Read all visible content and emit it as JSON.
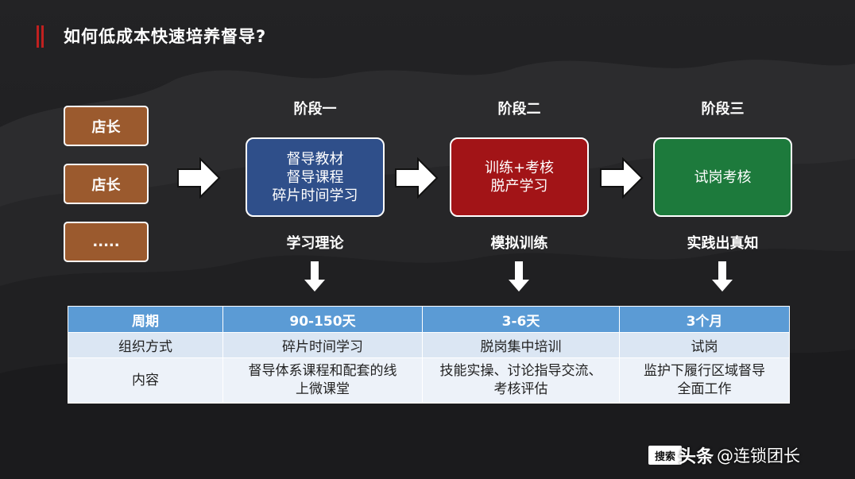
{
  "slide": {
    "title": "如何低成本快速培养督导?",
    "accent_color": "#c0201f"
  },
  "roles": [
    "店长",
    "店长",
    "....."
  ],
  "stages": [
    {
      "heading": "阶段一",
      "box_lines": [
        "督导教材",
        "督导课程",
        "碎片时间学习"
      ],
      "box_color": "#2f4f8a",
      "caption": "学习理论"
    },
    {
      "heading": "阶段二",
      "box_lines": [
        "训练+考核",
        "脱产学习"
      ],
      "box_color": "#a21417",
      "caption": "模拟训练"
    },
    {
      "heading": "阶段三",
      "box_lines": [
        "试岗考核"
      ],
      "box_color": "#1d7a3c",
      "caption": "实践出真知"
    }
  ],
  "table": {
    "headers": [
      "周期",
      "90-150天",
      "3-6天",
      "3个月"
    ],
    "rows": [
      [
        "组织方式",
        "碎片时间学习",
        "脱岗集中培训",
        "试岗"
      ],
      [
        "内容",
        [
          "督导体系课程和配套的线",
          "上微课堂"
        ],
        [
          "技能实操、讨论指导交流、",
          "考核评估"
        ],
        [
          "监护下履行区域督导",
          "全面工作"
        ]
      ]
    ],
    "header_color": "#5b9bd5"
  },
  "watermark": {
    "search_label": "搜索",
    "brand": "头条",
    "account": "@连锁团长"
  }
}
